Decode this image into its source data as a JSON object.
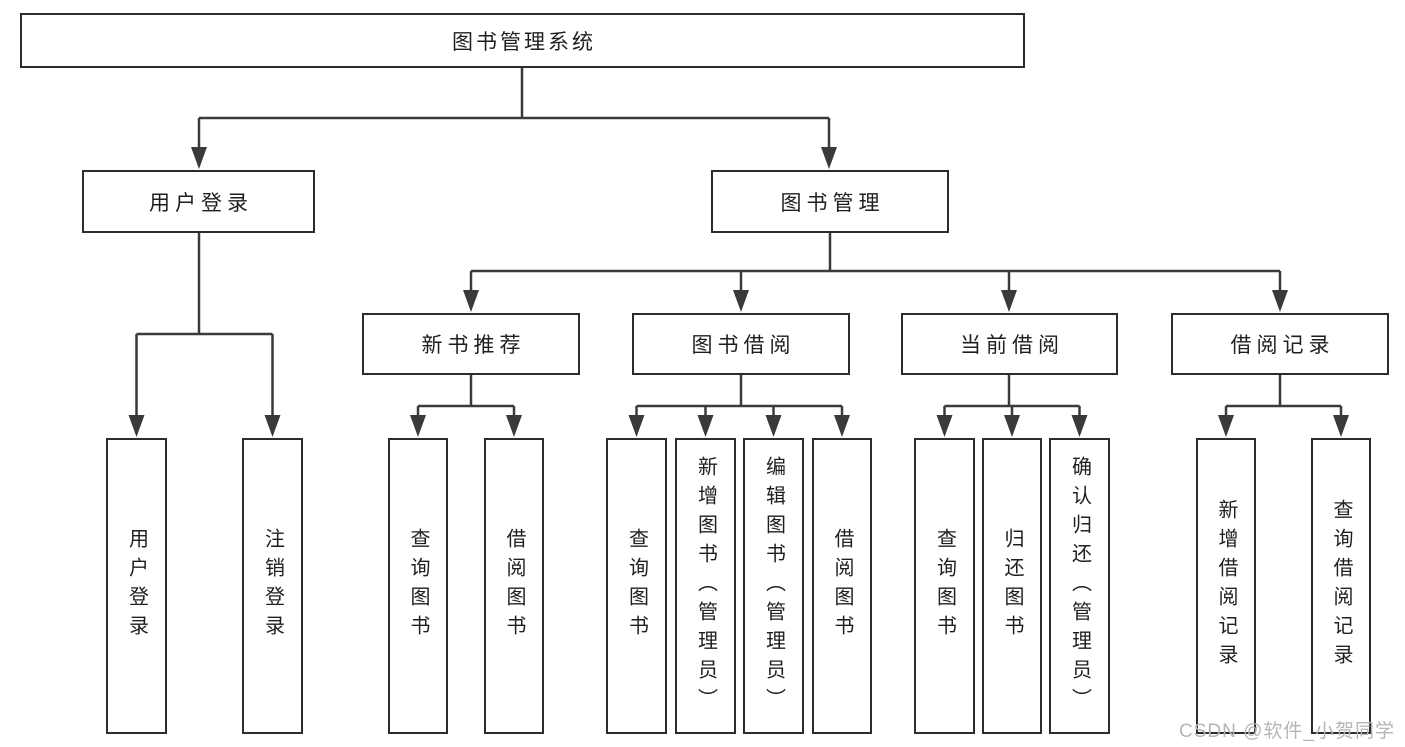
{
  "theme": {
    "line_color": "#3a3a3a",
    "box_border": "#2c2c2c",
    "box_fill": "#ffffff",
    "text_color": "#1f1f1f",
    "watermark_color": "#b5b5b8",
    "bg": "#ffffff"
  },
  "watermark": {
    "text": "CSDN @软件_小贺同学"
  },
  "tree": {
    "label": "图书管理系统",
    "children": [
      {
        "label": "用户登录",
        "children": [
          {
            "label": "用户登录"
          },
          {
            "label": "注销登录"
          }
        ]
      },
      {
        "label": "图书管理",
        "children": [
          {
            "label": "新书推荐",
            "children": [
              {
                "label": "查询图书"
              },
              {
                "label": "借阅图书"
              }
            ]
          },
          {
            "label": "图书借阅",
            "children": [
              {
                "label": "查询图书"
              },
              {
                "label": "新增图书（管理员）"
              },
              {
                "label": "编辑图书（管理员）"
              },
              {
                "label": "借阅图书"
              }
            ]
          },
          {
            "label": "当前借阅",
            "children": [
              {
                "label": "查询图书"
              },
              {
                "label": "归还图书"
              },
              {
                "label": "确认归还（管理员）"
              }
            ]
          },
          {
            "label": "借阅记录",
            "children": [
              {
                "label": "新增借阅记录"
              },
              {
                "label": "查询借阅记录"
              }
            ]
          }
        ]
      }
    ]
  }
}
